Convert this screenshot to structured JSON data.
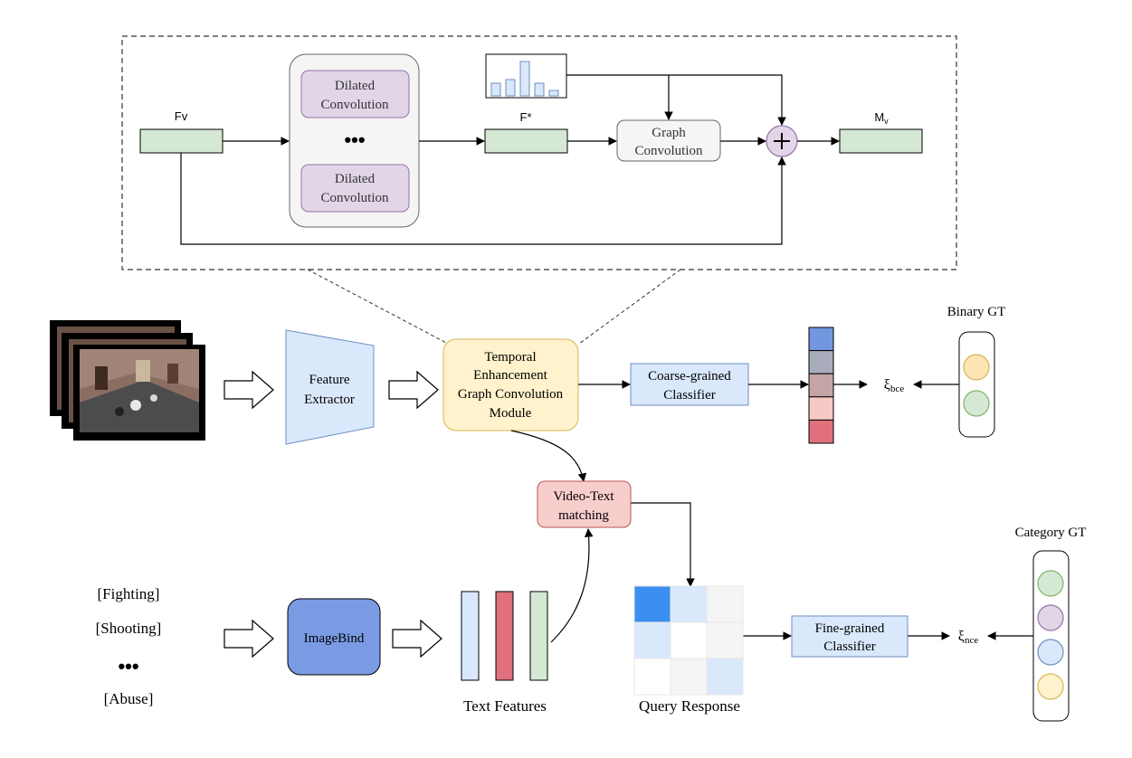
{
  "top_module": {
    "fv_label": "Fv",
    "fstar_label": "F*",
    "mv_label": "M",
    "mv_sub": "v",
    "dilated_top_line1": "Dilated",
    "dilated_top_line2": "Convolution",
    "dots": "•••",
    "dilated_bottom_line1": "Dilated",
    "dilated_bottom_line2": "Convolution",
    "graph_conv_line1": "Graph",
    "graph_conv_line2": "Convolution",
    "histogram_values": [
      0.35,
      0.45,
      0.95,
      0.35,
      0.15
    ]
  },
  "main_flow": {
    "feature_extractor_line1": "Feature",
    "feature_extractor_line2": "Extractor",
    "tegcm_line1": "Temporal",
    "tegcm_line2": "Enhancement",
    "tegcm_line3": "Graph Convolution",
    "tegcm_line4": "Module",
    "coarse_line1": "Coarse-grained",
    "coarse_line2": "Classifier",
    "loss_bce_symbol": "ξ",
    "loss_bce_sub": "bce",
    "binary_gt_label": "Binary GT",
    "binary_gt_colors": [
      "#fde4b3",
      "#d5e8d4"
    ],
    "output_bar_colors": [
      "#7297de",
      "#a9adbb",
      "#c4a4a4",
      "#f7c9c4",
      "#e0717c"
    ]
  },
  "text_branch": {
    "classes": [
      "[Fighting]",
      "[Shooting]",
      "•••",
      "[Abuse]"
    ],
    "imagebind_label": "ImageBind",
    "text_features_label": "Text Features",
    "text_feature_colors": [
      "#dae8fc",
      "#e0717c",
      "#d5e8d4"
    ],
    "video_text_line1": "Video-Text",
    "video_text_line2": "matching",
    "query_response_label": "Query Response",
    "query_response_matrix": [
      [
        "#3b8ff0",
        "#dae8fc",
        "#f5f5f5"
      ],
      [
        "#dae8fc",
        "#ffffff",
        "#f5f5f5"
      ],
      [
        "#ffffff",
        "#f5f5f5",
        "#dae8fc"
      ]
    ],
    "fine_line1": "Fine-grained",
    "fine_line2": "Classifier",
    "loss_nce_symbol": "ξ",
    "loss_nce_sub": "nce",
    "category_gt_label": "Category GT",
    "category_gt_colors": [
      "#d5e8d4",
      "#e1d5e7",
      "#dae8fc",
      "#fff2cc"
    ]
  },
  "colors": {
    "green_fill": "#d5e8d4",
    "green_stroke": "#82b366",
    "purple_fill": "#e1d5e7",
    "purple_stroke": "#9673a6",
    "blue_fill": "#dae8fc",
    "blue_stroke": "#6c8ebf",
    "yellow_fill": "#fff2cc",
    "yellow_stroke": "#d6b656",
    "red_fill": "#f8cecc",
    "red_stroke": "#b85450",
    "imagebind_fill": "#7a9be4"
  }
}
